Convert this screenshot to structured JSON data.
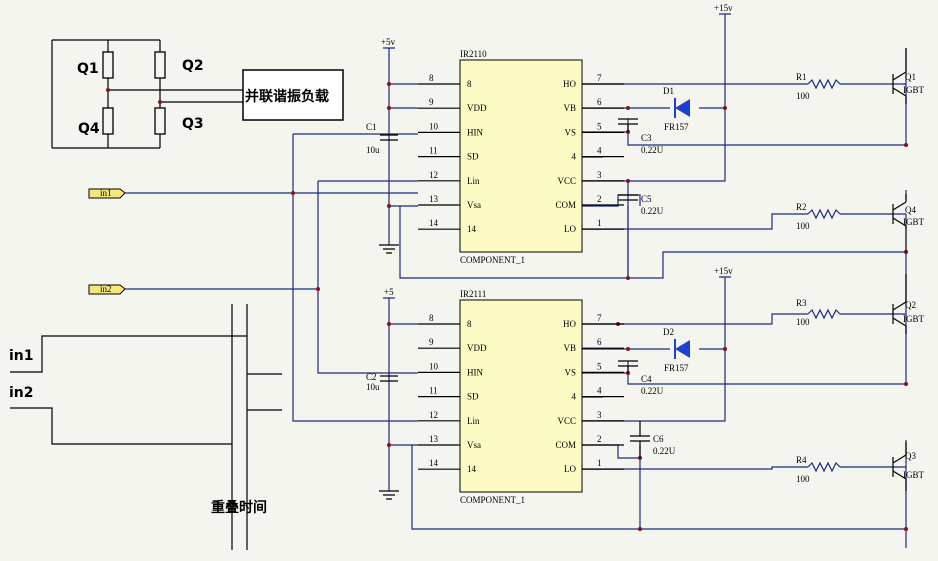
{
  "bridge": {
    "q1": "Q1",
    "q2": "Q2",
    "q3": "Q3",
    "q4": "Q4",
    "load": "并联谐振负载"
  },
  "inputs": {
    "in1": "in1",
    "in2": "in2"
  },
  "timing": {
    "in1": "in1",
    "in2": "in2",
    "overlap": "重叠时间"
  },
  "ic1": {
    "name": "IR2110",
    "part": "COMPONENT_1",
    "left_pins": [
      {
        "num": "8",
        "label": "8"
      },
      {
        "num": "9",
        "label": "VDD"
      },
      {
        "num": "10",
        "label": "HIN"
      },
      {
        "num": "11",
        "label": "SD"
      },
      {
        "num": "12",
        "label": "Lin"
      },
      {
        "num": "13",
        "label": "Vsa"
      },
      {
        "num": "14",
        "label": "14"
      }
    ],
    "right_pins": [
      {
        "num": "7",
        "label": "HO"
      },
      {
        "num": "6",
        "label": "VB"
      },
      {
        "num": "5",
        "label": "VS"
      },
      {
        "num": "4",
        "label": "4"
      },
      {
        "num": "3",
        "label": "VCC"
      },
      {
        "num": "2",
        "label": "COM"
      },
      {
        "num": "1",
        "label": "LO"
      }
    ]
  },
  "ic2": {
    "name": "IR2111",
    "part": "COMPONENT_1",
    "left_pins": [
      {
        "num": "8",
        "label": "8"
      },
      {
        "num": "9",
        "label": "VDD"
      },
      {
        "num": "10",
        "label": "HIN"
      },
      {
        "num": "11",
        "label": "SD"
      },
      {
        "num": "12",
        "label": "Lin"
      },
      {
        "num": "13",
        "label": "Vsa"
      },
      {
        "num": "14",
        "label": "14"
      }
    ],
    "right_pins": [
      {
        "num": "7",
        "label": "HO"
      },
      {
        "num": "6",
        "label": "VB"
      },
      {
        "num": "5",
        "label": "VS"
      },
      {
        "num": "4",
        "label": "4"
      },
      {
        "num": "3",
        "label": "VCC"
      },
      {
        "num": "2",
        "label": "COM"
      },
      {
        "num": "1",
        "label": "LO"
      }
    ]
  },
  "supplies": {
    "v5a": "+5v",
    "v5b": "+5",
    "v15a": "+15v",
    "v15b": "+15v"
  },
  "caps": {
    "c1": "C1",
    "c1v": "10u",
    "c2": "C2",
    "c2v": "10u",
    "c3": "C3",
    "c3v": "0.22U",
    "c4": "C4",
    "c4v": "0.22U",
    "c5": "C5",
    "c5v": "0.22U",
    "c6": "C6",
    "c6v": "0.22U"
  },
  "diodes": {
    "d1": "D1",
    "d1v": "FR157",
    "d2": "D2",
    "d2v": "FR157"
  },
  "resistors": {
    "r1": "R1",
    "r1v": "100",
    "r2": "R2",
    "r2v": "100",
    "r3": "R3",
    "r3v": "100",
    "r4": "R4",
    "r4v": "100"
  },
  "igbts": {
    "q1": "Q1",
    "q1t": "IGBT",
    "q4": "Q4",
    "q4t": "IGBT",
    "q2": "Q2",
    "q2t": "IGBT",
    "q3": "Q3",
    "q3t": "IGBT"
  },
  "colors": {
    "wire": "#1d2a7e",
    "ic_fill": "#fdfbc4",
    "diode": "#1d3fd6",
    "junction": "#8a0f1f",
    "port_fill": "#f7e77a"
  }
}
